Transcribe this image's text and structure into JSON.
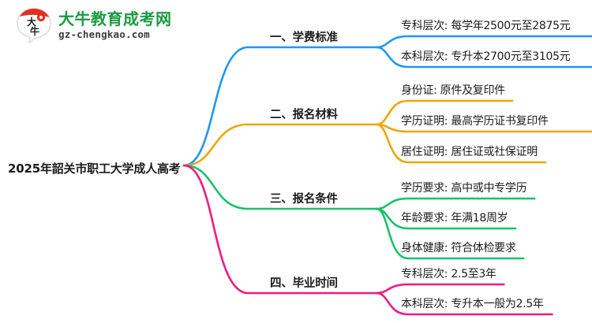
{
  "logo": {
    "mark_name": "daniu-bull-logo",
    "title": "大牛教育成考网",
    "subtitle": "gz-chengkao.com",
    "brand_green": "#1a9a41",
    "brand_red": "#e03020"
  },
  "mindmap": {
    "root": {
      "label": "2025年韶关市职工大学成人高考"
    },
    "branches": [
      {
        "label": "一、学费标准",
        "color": "#2196f3",
        "leaves": [
          {
            "label": "专科层次: 每学年2500元至2875元"
          },
          {
            "label": "本科层次: 专升本2700元至3105元"
          }
        ]
      },
      {
        "label": "二、报名材料",
        "color": "#efa50c",
        "leaves": [
          {
            "label": "身份证: 原件及复印件"
          },
          {
            "label": "学历证明: 最高学历证书复印件"
          },
          {
            "label": "居住证明: 居住证或社保证明"
          }
        ]
      },
      {
        "label": "三、报名条件",
        "color": "#17c26a",
        "leaves": [
          {
            "label": "学历要求: 高中或中专学历"
          },
          {
            "label": "年龄要求: 年满18周岁"
          },
          {
            "label": "身体健康: 符合体检要求"
          }
        ]
      },
      {
        "label": "四、毕业时间",
        "color": "#ef1b7d",
        "leaves": [
          {
            "label": "专科层次: 2.5至3年"
          },
          {
            "label": "本科层次: 专升本一般为2.5年"
          }
        ]
      }
    ]
  }
}
